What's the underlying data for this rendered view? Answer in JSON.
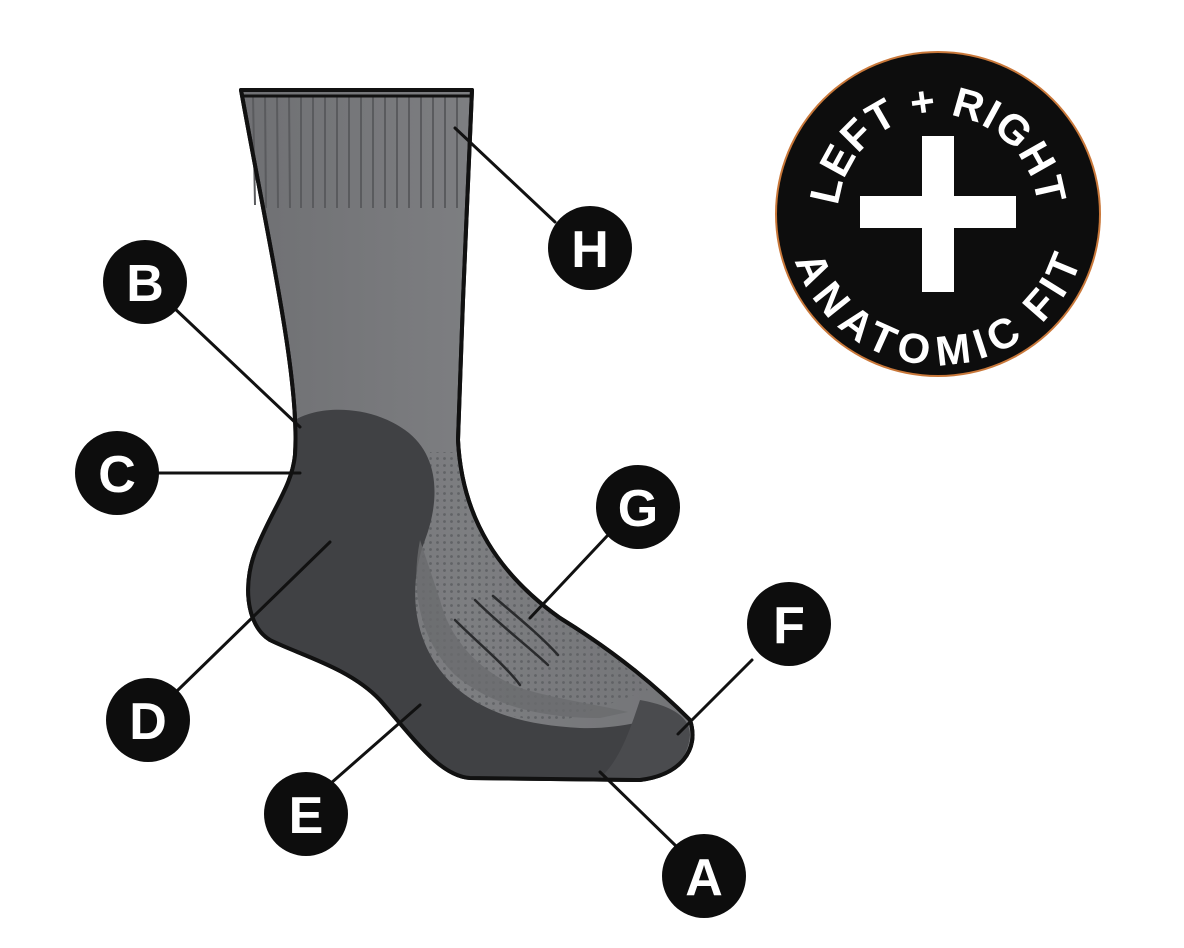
{
  "colors": {
    "background": "#ffffff",
    "sock_main": "#7a7b7d",
    "sock_shadow": "#6c6d70",
    "sock_dark": "#3f4043",
    "sock_mesh": "#85878a",
    "outline": "#111111",
    "callout_fill": "#0d0d0d",
    "callout_text": "#ffffff",
    "badge_fill": "#0d0d0d",
    "badge_rim": "#c9783a",
    "badge_text": "#ffffff"
  },
  "badge": {
    "top_text": "LEFT + RIGHT",
    "bottom_text": "ANATOMIC FIT",
    "icon": "plus-icon"
  },
  "callouts": [
    {
      "letter": "A",
      "zone": "toe-bottom"
    },
    {
      "letter": "B",
      "zone": "heel-top"
    },
    {
      "letter": "C",
      "zone": "heel-back"
    },
    {
      "letter": "D",
      "zone": "heel-cup"
    },
    {
      "letter": "E",
      "zone": "arch-sole"
    },
    {
      "letter": "F",
      "zone": "toe-tip"
    },
    {
      "letter": "G",
      "zone": "instep-mesh"
    },
    {
      "letter": "H",
      "zone": "cuff"
    }
  ]
}
